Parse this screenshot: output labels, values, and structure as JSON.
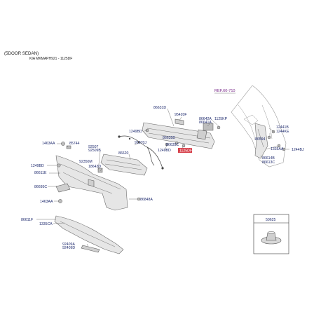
{
  "header": {
    "variant": "(5DOOR SEDAN)",
    "model": "KIA MKMAPH921 - 1125DF"
  },
  "reference": "REF.60-710",
  "highlight_color": "#d6404a",
  "labels": {
    "p86631D": "86631D",
    "p95420F": "95420F",
    "p86642A": "86642A",
    "p86641A": "86641A",
    "p1125KP": "1125KP",
    "p1249BD_top": "1249BD",
    "p1249BD_mid": "1249BD",
    "p1249BD_left": "1249BD",
    "p91870J": "91870J",
    "p86635D": "86635D",
    "p86635C": "86635C",
    "p1125DF": "1125DF",
    "p86620": "86620",
    "p1463AA_top": "1463AA",
    "p1463AA_bot": "1463AA",
    "p85744": "85744",
    "p92507": "92507",
    "p92509B": "92509B",
    "p92350M": "92350M",
    "p18643D": "18643D",
    "p86611E": "86611E",
    "p86695C": "86695C",
    "p86848A": "86848A",
    "p86611F": "86611F",
    "p1335CA_left": "1335CA",
    "p92409A": "92409A",
    "p92409D": "92409D",
    "p12441B": "12441B",
    "p1244KE": "1244KE",
    "p86594": "86594",
    "p1335AA": "1335AA",
    "p1244BJ": "1244BJ",
    "p86614B": "86614B",
    "p86613C": "86613C",
    "p50625": "50625"
  }
}
